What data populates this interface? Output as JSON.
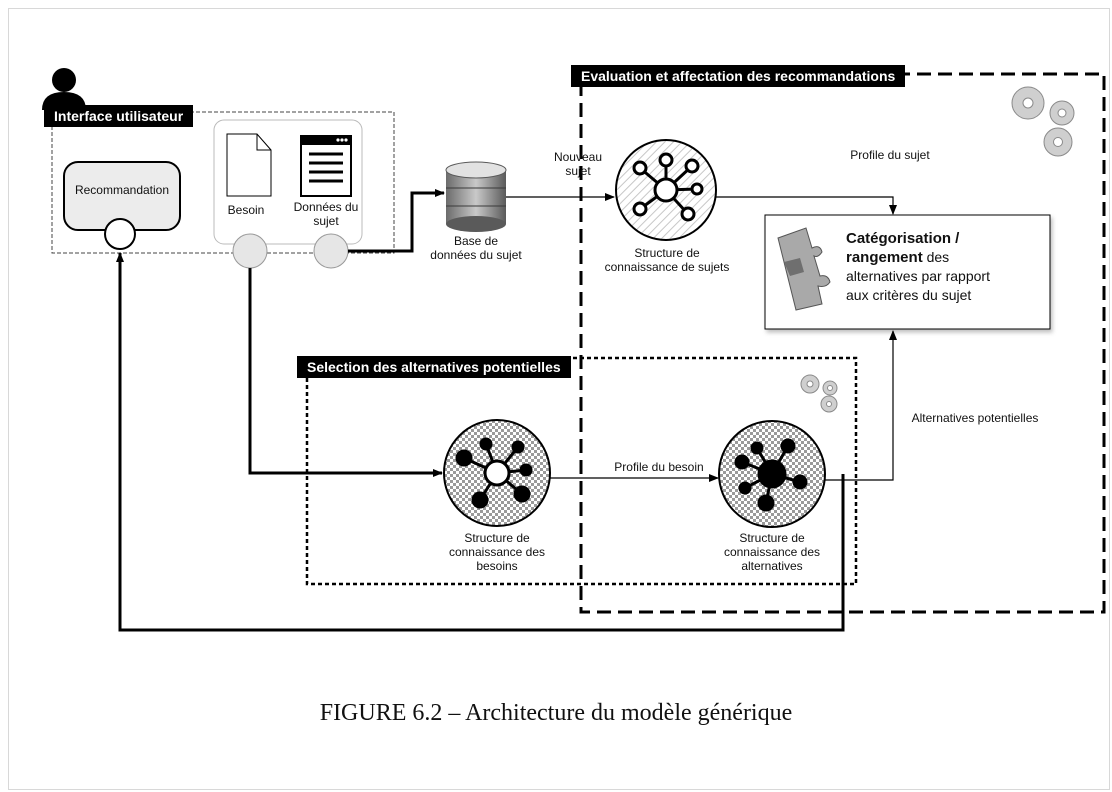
{
  "tags": {
    "ui": "Interface utilisateur",
    "evaluation": "Evaluation et affectation des recommandations",
    "selection": "Selection des alternatives potentielles"
  },
  "nodes": {
    "recommandation": "Recommandation",
    "besoin": "Besoin",
    "donnees_l1": "Données du",
    "donnees_l2": "sujet",
    "base_l1": "Base de",
    "base_l2": "données du sujet",
    "ks_sujets_l1": "Structure de",
    "ks_sujets_l2": "connaissance de sujets",
    "ks_besoins_l1": "Structure de",
    "ks_besoins_l2": "connaissance des",
    "ks_besoins_l3": "besoins",
    "ks_alt_l1": "Structure de",
    "ks_alt_l2": "connaissance des",
    "ks_alt_l3": "alternatives"
  },
  "categorisation": {
    "title_l1": "Catégorisation /",
    "title_l2_bold": "rangement",
    "title_l2_rest": " des",
    "body_l1": "alternatives par rapport",
    "body_l2": "aux critères du sujet"
  },
  "edges": {
    "nouveau_l1": "Nouveau",
    "nouveau_l2": "sujet",
    "profile_sujet": "Profile du sujet",
    "profile_besoin": "Profile du besoin",
    "alternatives_potentielles": "Alternatives potentielles"
  },
  "caption": "FIGURE 6.2 – Architecture du modèle générique",
  "icons": [
    "user-icon",
    "document-icon",
    "window-list-icon",
    "database-icon",
    "gears-icon",
    "puzzle-icon",
    "network-icon"
  ]
}
